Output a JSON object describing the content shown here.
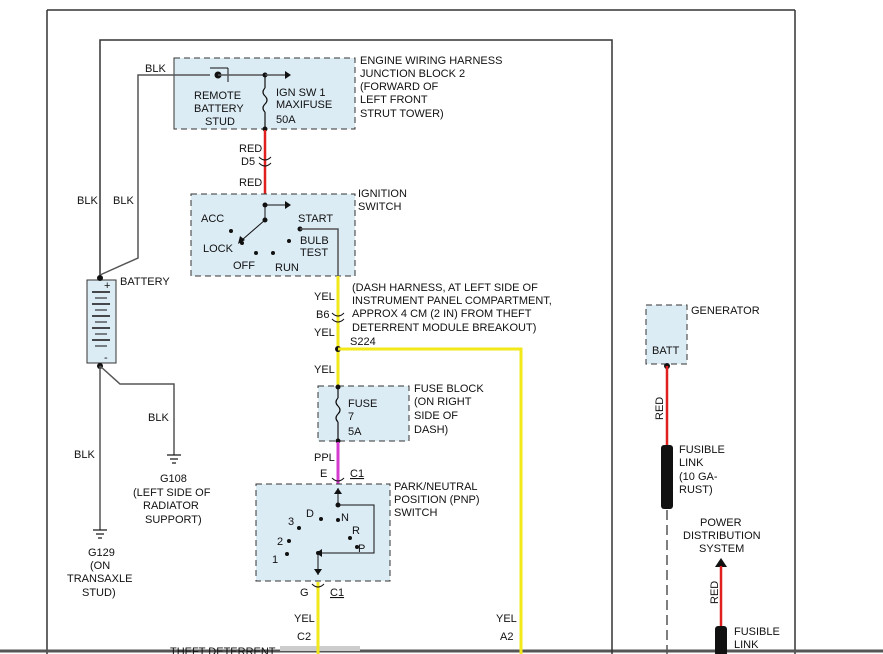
{
  "junction_block": {
    "inner": [
      "REMOTE",
      "BATTERY",
      "STUD"
    ],
    "fuse": [
      "IGN SW 1",
      "MAXIFUSE",
      "50A"
    ],
    "desc": [
      "ENGINE WIRING HARNESS",
      "JUNCTION BLOCK 2",
      "(FORWARD OF",
      "LEFT FRONT",
      "STRUT TOWER)"
    ]
  },
  "ignition_switch": {
    "desc": [
      "IGNITION",
      "SWITCH"
    ],
    "positions": {
      "acc": "ACC",
      "lock": "LOCK",
      "off": "OFF",
      "run": "RUN",
      "start": "START",
      "bulb_test": [
        "BULB",
        "TEST"
      ]
    }
  },
  "battery": {
    "label": "BATTERY",
    "plus": "+",
    "minus": "-"
  },
  "wires": {
    "blk": "BLK",
    "red": "RED",
    "yel": "YEL",
    "ppl": "PPL",
    "d5": "D5",
    "b6": "B6",
    "s224": "S224",
    "e": "E",
    "c1": "C1",
    "g": "G",
    "c2": "C2",
    "a2": "A2"
  },
  "dash_harness_note": [
    "(DASH HARNESS, AT LEFT SIDE OF",
    "INSTRUMENT PANEL COMPARTMENT,",
    "APPROX 4 CM (2 IN) FROM THEFT",
    "DETERRENT MODULE BREAKOUT)"
  ],
  "fuse_block": {
    "fuse": [
      "FUSE",
      "7",
      "5A"
    ],
    "desc": [
      "FUSE BLOCK",
      "(ON RIGHT",
      "SIDE OF",
      "DASH)"
    ]
  },
  "pnp_switch": {
    "desc": [
      "PARK/NEUTRAL",
      "POSITION (PNP)",
      "SWITCH"
    ],
    "positions": {
      "d": "D",
      "n": "N",
      "r": "R",
      "p": "P",
      "three": "3",
      "two": "2",
      "one": "1"
    }
  },
  "grounds": {
    "g108": [
      "G108",
      "(LEFT SIDE OF",
      "RADIATOR",
      "SUPPORT)"
    ],
    "g129": [
      "G129",
      "(ON",
      "TRANSAXLE",
      "STUD)"
    ]
  },
  "generator": {
    "label": "GENERATOR",
    "batt": "BATT"
  },
  "fusible_link_1": {
    "lines": [
      "FUSIBLE",
      "LINK",
      "(10 GA-",
      "RUST)"
    ]
  },
  "power_distribution": [
    "POWER",
    "DISTRIBUTION",
    "SYSTEM"
  ],
  "fusible_link_2": {
    "lines": [
      "FUSIBLE",
      "LINK"
    ]
  },
  "cut_off_text": "THEFT DETERRENT",
  "colors": {
    "red_wire": "#e0201e",
    "yel_wire": "#f2e81a",
    "ppl_wire": "#d63bd0",
    "box_fill": "#dcecf5"
  }
}
